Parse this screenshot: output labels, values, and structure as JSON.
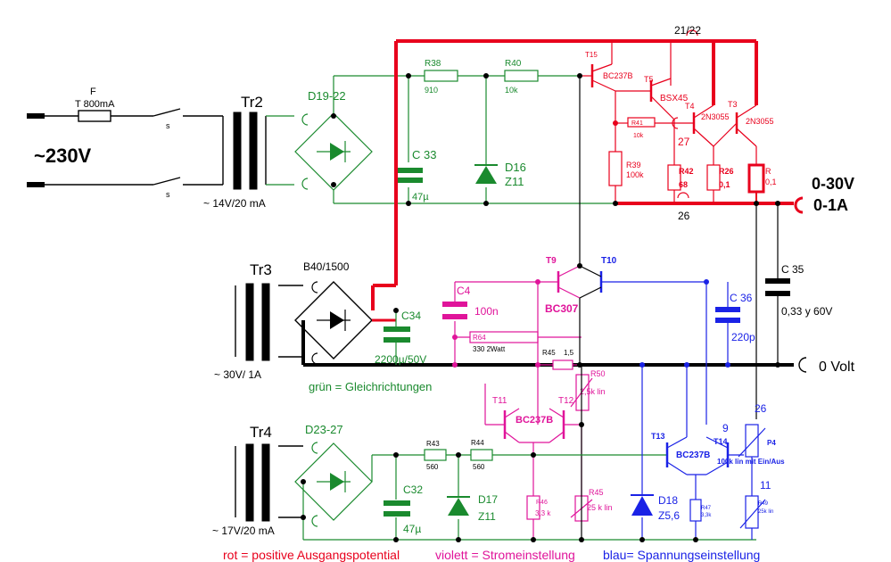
{
  "colors": {
    "red": "#e8001c",
    "green": "#1a8a2e",
    "magenta": "#e0149a",
    "blue": "#1a22e6",
    "black": "#000000",
    "resistor_fill": "#ffffff",
    "psu_fill": "#fff4cc"
  },
  "mains": {
    "voltage": "~230V",
    "fuse_label": "F",
    "fuse_value": "T 800mA",
    "switch_label_top": "s",
    "switch_label_bottom": "s"
  },
  "tr2": {
    "name": "Tr2",
    "rating": "~ 14V/20 mA",
    "bridge": "D19-22"
  },
  "tr3": {
    "name": "Tr3",
    "rating": "~ 30V/ 1A",
    "bridge": "B40/1500"
  },
  "tr4": {
    "name": "Tr4",
    "rating": "~ 17V/20 mA",
    "bridge": "D23-27"
  },
  "parts": {
    "r38": {
      "name": "R38",
      "value": "910"
    },
    "r40": {
      "name": "R40",
      "value": "10k"
    },
    "c33": {
      "name": "C 33",
      "value": "47µ"
    },
    "d16": {
      "name": "D16",
      "value": "Z11"
    },
    "t15": {
      "name": "T15",
      "type": "BC237B"
    },
    "t5": {
      "name": "T5",
      "type": "BSX45"
    },
    "t4": {
      "name": "T4",
      "type": "2N3055"
    },
    "t3": {
      "name": "T3",
      "type": "2N3055"
    },
    "r41": {
      "name": "R41",
      "value": "10k"
    },
    "r39": {
      "name": "R39",
      "value": "100k"
    },
    "r42": {
      "name": "R42",
      "value": "68"
    },
    "r26": {
      "name": "R26",
      "value": "0,1"
    },
    "r_shunt": {
      "name": "R",
      "value": "0,1"
    },
    "node_21_22": "21/22",
    "node_27": "27",
    "node_26_top": "26",
    "c34": {
      "name": "C34",
      "value": "2200µ/50V"
    },
    "c4": {
      "name": "C4",
      "value": "100n"
    },
    "t9": {
      "name": "T9"
    },
    "t10": {
      "name": "T10"
    },
    "bc307": "BC307",
    "c36": {
      "name": "C 36",
      "value": "220p"
    },
    "c35": {
      "name": "C 35",
      "value": "0,33 y 60V"
    },
    "r64": {
      "name": "R64",
      "value": "330 2Watt"
    },
    "r45a": {
      "name": "R45",
      "value": "1,5"
    },
    "r50": {
      "name": "R50",
      "value": "2,5k lin"
    },
    "t11": {
      "name": "T11"
    },
    "t12": {
      "name": "T12"
    },
    "bc237b_mid": "BC237B",
    "r43": {
      "name": "R43",
      "value": "560"
    },
    "r44": {
      "name": "R44",
      "value": "560"
    },
    "c32": {
      "name": "C32",
      "value": "47µ"
    },
    "d17": {
      "name": "D17",
      "value": "Z11"
    },
    "r46": {
      "name": "R46",
      "value": "3,3 k"
    },
    "r45b": {
      "name": "R45",
      "value": "25 k lin"
    },
    "d18": {
      "name": "D18",
      "value": "Z5,6"
    },
    "t13": {
      "name": "T13"
    },
    "t14": {
      "name": "T14"
    },
    "bc237b_low": "BC237B",
    "r47": {
      "name": "R47",
      "value": "3,3k"
    },
    "p4": {
      "name": "P4",
      "value": "100k lin mit Ein/Aus"
    },
    "r49": {
      "name": "R49",
      "value": "25k lin"
    },
    "node_9": "9",
    "node_26": "26",
    "node_11": "11"
  },
  "output": {
    "voltage": "0-30V",
    "current": "0-1A",
    "zero": "0 Volt"
  },
  "legend": {
    "green": "grün = Gleichrichtungen",
    "red": "rot = positive Ausgangspotential",
    "violet": "violett = Stromeinstellung",
    "blue": "blau= Spannungseinstellung"
  }
}
